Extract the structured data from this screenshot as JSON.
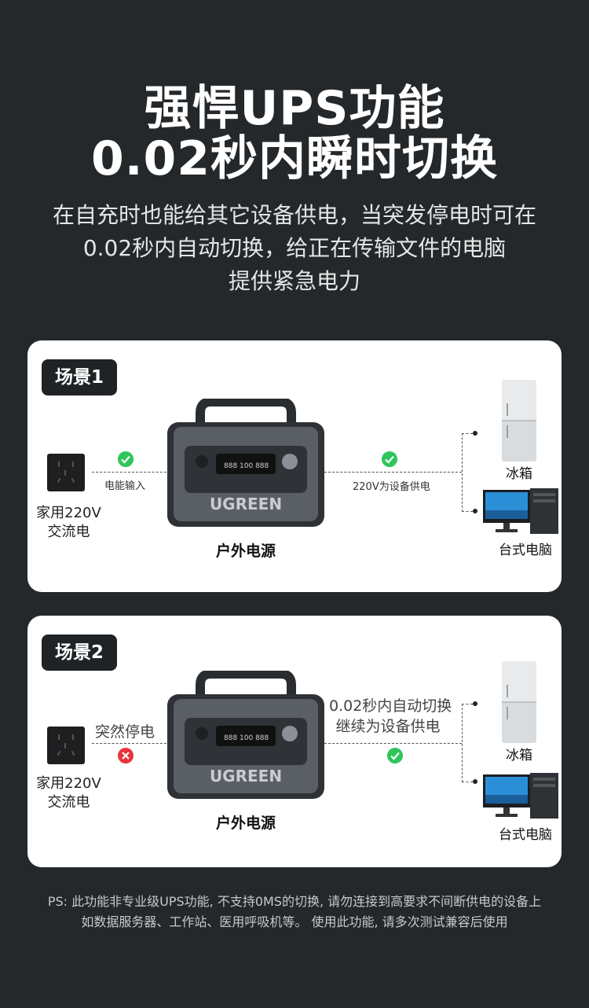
{
  "header": {
    "title_line1": "强悍UPS功能",
    "title_line2": "0.02秒内瞬时切换",
    "desc_line1": "在自充时也能给其它设备供电，当突发停电时可在",
    "desc_line2": "0.02秒内自动切换，给正在传输文件的电脑",
    "desc_line3": "提供紧急电力"
  },
  "scene1": {
    "badge": "场景1",
    "home_line1": "家用220V",
    "home_line2": "交流电",
    "input_label": "电能输入",
    "output_label": "220V为设备供电",
    "station_brand": "UGREEN",
    "station_label": "户外电源",
    "fridge_label": "冰箱",
    "pc_label": "台式电脑",
    "input_status": "check-icon",
    "output_status": "check-icon"
  },
  "scene2": {
    "badge": "场景2",
    "home_line1": "家用220V",
    "home_line2": "交流电",
    "input_label": "突然停电",
    "output_line1": "0.02秒内自动切换",
    "output_line2": "继续为设备供电",
    "station_brand": "UGREEN",
    "station_label": "户外电源",
    "fridge_label": "冰箱",
    "pc_label": "台式电脑",
    "input_status": "cross-icon",
    "output_status": "check-icon"
  },
  "footnote": {
    "line1": "PS: 此功能非专业级UPS功能, 不支持0MS的切换, 请勿连接到高要求不间断供电的设备上",
    "line2": "如数据服务器、工作站、医用呼吸机等。 使用此功能, 请多次测试兼容后使用"
  },
  "colors": {
    "background": "#24282b",
    "card": "#ffffff",
    "ok": "#2fc55b",
    "error": "#e8343b"
  }
}
